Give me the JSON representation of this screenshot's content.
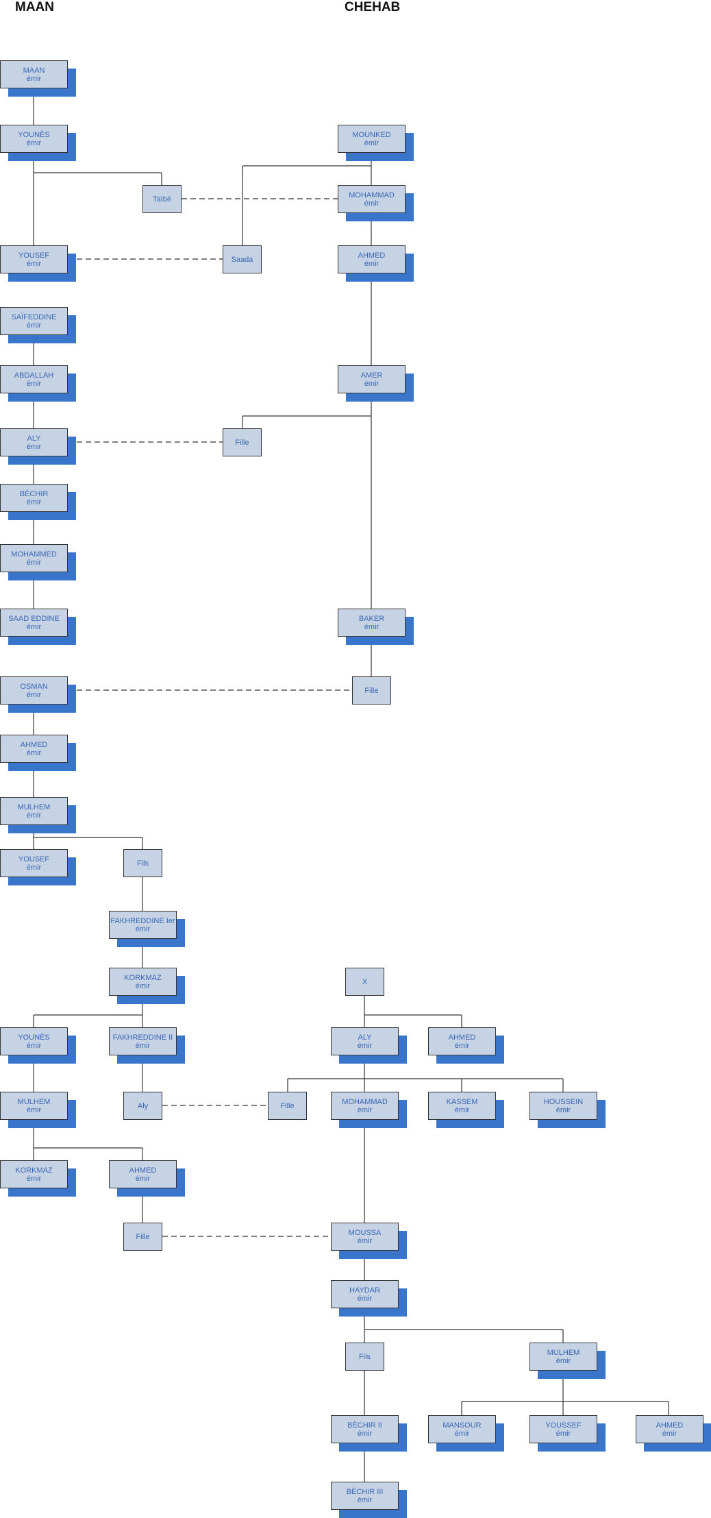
{
  "titles": {
    "left": "MAAN",
    "right": "CHEHAB"
  },
  "nodes": {
    "maan_maan": {
      "name": "MAAN",
      "title": "émir"
    },
    "maan_younes1": {
      "name": "YOUNÈS",
      "title": "émir"
    },
    "taibe": {
      "name": "Taïbé"
    },
    "maan_yousef1": {
      "name": "YOUSEF",
      "title": "émir"
    },
    "saada": {
      "name": "Saada"
    },
    "maan_saifeddine": {
      "name": "SAÏFEDDINE",
      "title": "émir"
    },
    "maan_abdallah": {
      "name": "ABDALLAH",
      "title": "émir"
    },
    "maan_aly": {
      "name": "ALY",
      "title": "émir"
    },
    "fille1": {
      "name": "Fille"
    },
    "maan_bechir": {
      "name": "BÈCHIR",
      "title": "émir"
    },
    "maan_mohammed": {
      "name": "MOHAMMED",
      "title": "émir"
    },
    "maan_saadeddine": {
      "name": "SAAD EDDINE",
      "title": "émir"
    },
    "maan_osman": {
      "name": "OSMAN",
      "title": "émir"
    },
    "maan_ahmed1": {
      "name": "AHMED",
      "title": "émir"
    },
    "maan_mulhem1": {
      "name": "MULHEM",
      "title": "émir"
    },
    "maan_yousef2": {
      "name": "YOUSEF",
      "title": "émir"
    },
    "fils1": {
      "name": "Fils"
    },
    "maan_fakhr1": {
      "name": "FAKHREDDINE Ier",
      "title": "émir"
    },
    "maan_korkmaz1": {
      "name": "KORKMAZ",
      "title": "émir"
    },
    "maan_younes2": {
      "name": "YOUNÈS",
      "title": "émir"
    },
    "maan_fakhr2": {
      "name": "FAKHREDDINE II",
      "title": "émir"
    },
    "maan_mulhem2": {
      "name": "MULHEM",
      "title": "émir"
    },
    "aly_small": {
      "name": "Aly"
    },
    "maan_korkmaz2": {
      "name": "KORKMAZ",
      "title": "émir"
    },
    "maan_ahmed2": {
      "name": "AHMED",
      "title": "émir"
    },
    "fille3": {
      "name": "Fille"
    },
    "ch_mounked": {
      "name": "MOUNKED",
      "title": "émir"
    },
    "ch_mohammad1": {
      "name": "MOHAMMAD",
      "title": "émir"
    },
    "ch_ahmed1": {
      "name": "AHMED",
      "title": "émir"
    },
    "ch_amer": {
      "name": "AMER",
      "title": "émir"
    },
    "ch_baker": {
      "name": "BAKER",
      "title": "émir"
    },
    "fille2": {
      "name": "Fille"
    },
    "ch_x": {
      "name": "X"
    },
    "ch_aly": {
      "name": "ALY",
      "title": "émir"
    },
    "ch_ahmed2": {
      "name": "AHMED",
      "title": "émir"
    },
    "fille4": {
      "name": "Fille"
    },
    "ch_mohammad2": {
      "name": "MOHAMMAD",
      "title": "émir"
    },
    "ch_kassem": {
      "name": "KASSEM",
      "title": "émir"
    },
    "ch_houssein": {
      "name": "HOUSSEIN",
      "title": "émir"
    },
    "ch_moussa": {
      "name": "MOUSSA",
      "title": "émir"
    },
    "ch_haydar": {
      "name": "HAYDAR",
      "title": "émir"
    },
    "fils2": {
      "name": "Fils"
    },
    "ch_mulhem": {
      "name": "MULHEM",
      "title": "émir"
    },
    "ch_bechir2": {
      "name": "BÈCHIR II",
      "title": "émir"
    },
    "ch_mansour": {
      "name": "MANSOUR",
      "title": "émir"
    },
    "ch_youssef": {
      "name": "YOUSSEF",
      "title": "émir"
    },
    "ch_ahmed3": {
      "name": "AHMED",
      "title": "émir"
    },
    "ch_bechir3": {
      "name": "BÈCHIR III",
      "title": "émir"
    }
  },
  "colors": {
    "box_fill": "#c6d3e5",
    "shadow": "#3a75cc",
    "text": "#3a67b3",
    "line": "#333333"
  }
}
